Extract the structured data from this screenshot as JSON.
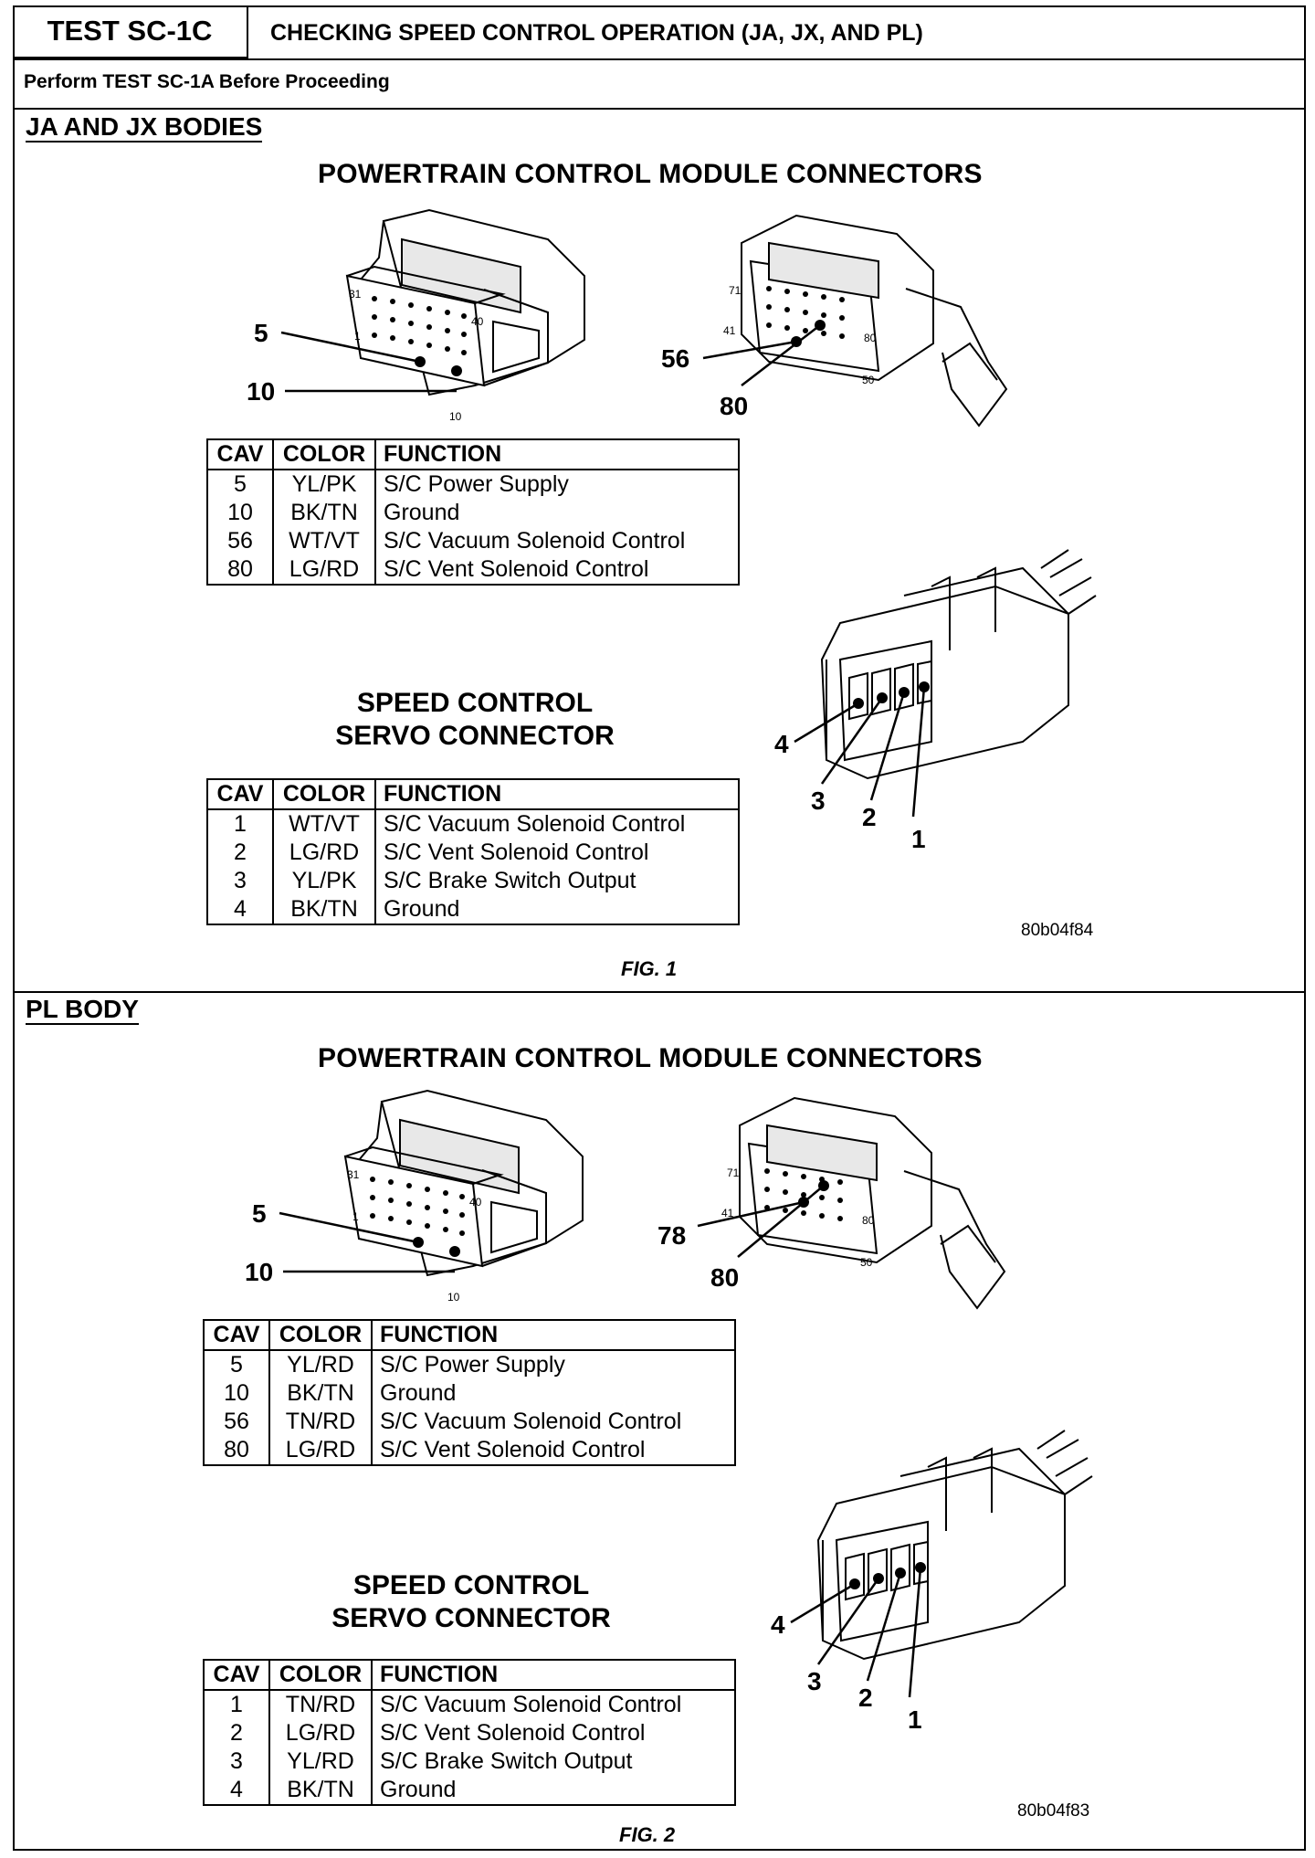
{
  "header": {
    "test_id": "TEST SC-1C",
    "title": "CHECKING SPEED CONTROL OPERATION (JA, JX, AND PL)",
    "instruction": "Perform TEST SC-1A Before Proceeding"
  },
  "sections": [
    {
      "title": "JA AND JX BODIES",
      "pcm_heading": "POWERTRAIN CONTROL MODULE CONNECTORS",
      "pcm_left_callouts": {
        "a": "5",
        "b": "10",
        "pin_top": "31",
        "pin_mid": "1",
        "pin_right": "40",
        "pin_bottom": "10"
      },
      "pcm_right_callouts": {
        "a": "56",
        "b": "80",
        "pin_top": "71",
        "pin_mid": "41",
        "pin_right": "80",
        "pin_bottom": "50"
      },
      "pcm_table": {
        "headers": [
          "CAV",
          "COLOR",
          "FUNCTION"
        ],
        "rows": [
          [
            "5",
            "YL/PK",
            "S/C Power Supply"
          ],
          [
            "10",
            "BK/TN",
            "Ground"
          ],
          [
            "56",
            "WT/VT",
            "S/C Vacuum Solenoid Control"
          ],
          [
            "80",
            "LG/RD",
            "S/C Vent Solenoid Control"
          ]
        ]
      },
      "servo_heading_line1": "SPEED CONTROL",
      "servo_heading_line2": "SERVO CONNECTOR",
      "servo_callouts": [
        "4",
        "3",
        "2",
        "1"
      ],
      "servo_table": {
        "headers": [
          "CAV",
          "COLOR",
          "FUNCTION"
        ],
        "rows": [
          [
            "1",
            "WT/VT",
            "S/C Vacuum Solenoid Control"
          ],
          [
            "2",
            "LG/RD",
            "S/C Vent Solenoid Control"
          ],
          [
            "3",
            "YL/PK",
            "S/C Brake Switch Output"
          ],
          [
            "4",
            "BK/TN",
            "Ground"
          ]
        ]
      },
      "image_code": "80b04f84",
      "figure_label": "FIG. 1"
    },
    {
      "title": "PL BODY",
      "pcm_heading": "POWERTRAIN CONTROL MODULE CONNECTORS",
      "pcm_left_callouts": {
        "a": "5",
        "b": "10",
        "pin_top": "31",
        "pin_mid": "1",
        "pin_right": "40",
        "pin_bottom": "10"
      },
      "pcm_right_callouts": {
        "a": "78",
        "b": "80",
        "pin_top": "71",
        "pin_mid": "41",
        "pin_right": "80",
        "pin_bottom": "50"
      },
      "pcm_table": {
        "headers": [
          "CAV",
          "COLOR",
          "FUNCTION"
        ],
        "rows": [
          [
            "5",
            "YL/RD",
            "S/C Power Supply"
          ],
          [
            "10",
            "BK/TN",
            "Ground"
          ],
          [
            "56",
            "TN/RD",
            "S/C Vacuum Solenoid Control"
          ],
          [
            "80",
            "LG/RD",
            "S/C Vent Solenoid Control"
          ]
        ]
      },
      "servo_heading_line1": "SPEED CONTROL",
      "servo_heading_line2": "SERVO CONNECTOR",
      "servo_callouts": [
        "4",
        "3",
        "2",
        "1"
      ],
      "servo_table": {
        "headers": [
          "CAV",
          "COLOR",
          "FUNCTION"
        ],
        "rows": [
          [
            "1",
            "TN/RD",
            "S/C Vacuum Solenoid Control"
          ],
          [
            "2",
            "LG/RD",
            "S/C Vent Solenoid Control"
          ],
          [
            "3",
            "YL/RD",
            "S/C Brake Switch Output"
          ],
          [
            "4",
            "BK/TN",
            "Ground"
          ]
        ]
      },
      "image_code": "80b04f83",
      "figure_label": "FIG. 2"
    }
  ]
}
